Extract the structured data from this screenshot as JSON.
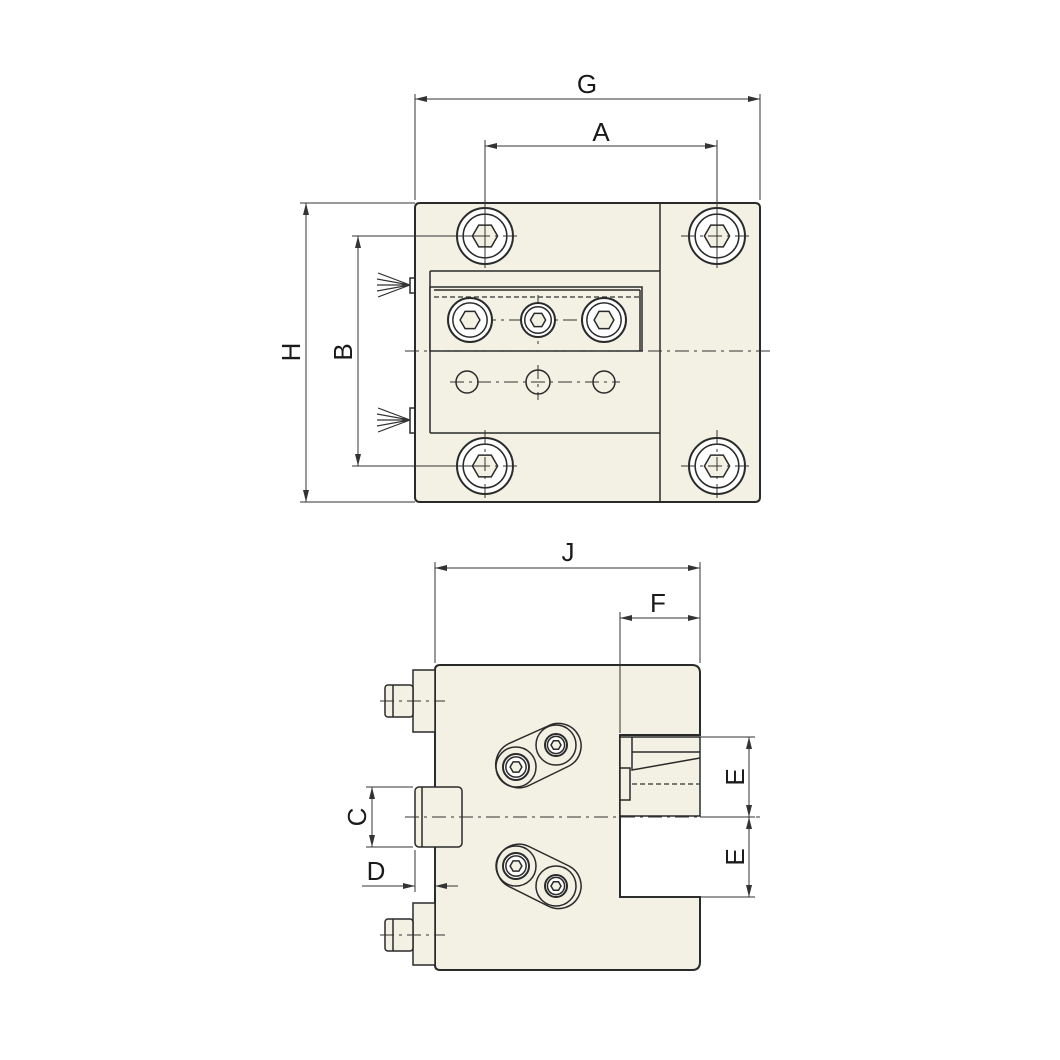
{
  "labels": {
    "G": "G",
    "A": "A",
    "H": "H",
    "B": "B",
    "J": "J",
    "F": "F",
    "C": "C",
    "D": "D",
    "E_upper": "E",
    "E_lower": "E"
  },
  "colors": {
    "part_fill": "#f2f1e3",
    "line": "#2a2a2a"
  },
  "icons": [
    "hex-socket-screw-icon",
    "ground-surface-mark-icon"
  ]
}
